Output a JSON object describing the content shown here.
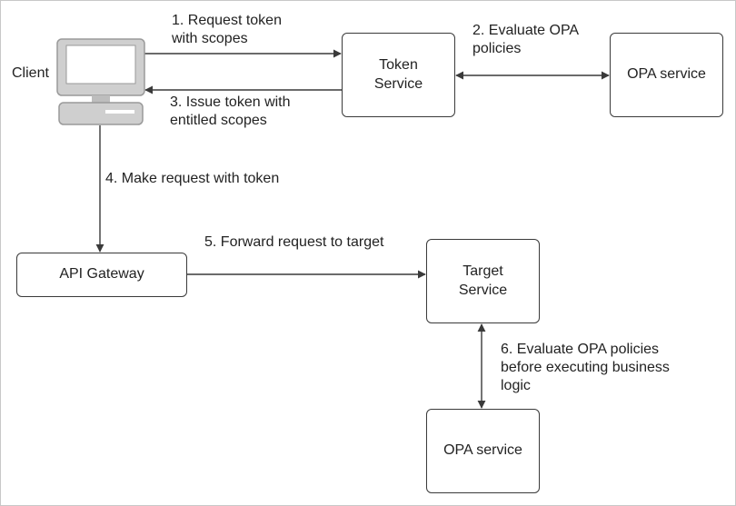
{
  "client": {
    "label": "Client"
  },
  "nodes": {
    "token_service": "Token\nService",
    "opa_service_top": "OPA service",
    "api_gateway": "API Gateway",
    "target_service": "Target\nService",
    "opa_service_bottom": "OPA service"
  },
  "steps": {
    "step1": "1. Request token\n    with scopes",
    "step2": "2. Evaluate OPA\npolicies",
    "step3": "3. Issue token with\nentitled scopes",
    "step4": "4. Make request with token",
    "step5": "5. Forward request to target",
    "step6": "6. Evaluate OPA policies\nbefore executing business\nlogic"
  },
  "colors": {
    "line": "#3a3a3a",
    "computer_fill": "#cfcfcf",
    "computer_dark": "#8a8a8a",
    "screen": "#ffffff"
  }
}
